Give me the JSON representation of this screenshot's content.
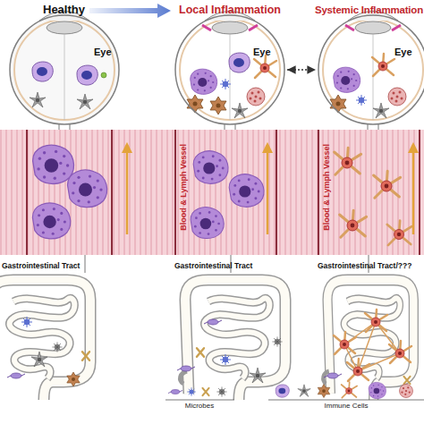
{
  "diagram": {
    "nodes": [
      {
        "text": [
          "Eye"
        ]
      },
      {
        "text": [
          "Eye"
        ]
      },
      {
        "text": [
          "Eye"
        ]
      },
      {
        "text": [
          "Blood & Lymph Vessel"
        ]
      },
      {
        "text": [
          "Blood & Lymph Vessel"
        ]
      },
      {
        "text": [
          "Gastrointestinal Tract"
        ]
      },
      {
        "text": [
          "Gastrointestinal Tract"
        ]
      },
      {
        "text": [
          "Gastrointestinal Tract/???"
        ]
      }
    ],
    "edges": [
      {
        "from": 1,
        "to": 2,
        "arrow": "both"
      }
    ],
    "labels": [
      "Healthy",
      "Local Inflammation",
      "Systemic Inflammation"
    ],
    "legend": [
      {
        "text": "Microbes"
      },
      {
        "text": "Immune Cells"
      }
    ]
  }
}
